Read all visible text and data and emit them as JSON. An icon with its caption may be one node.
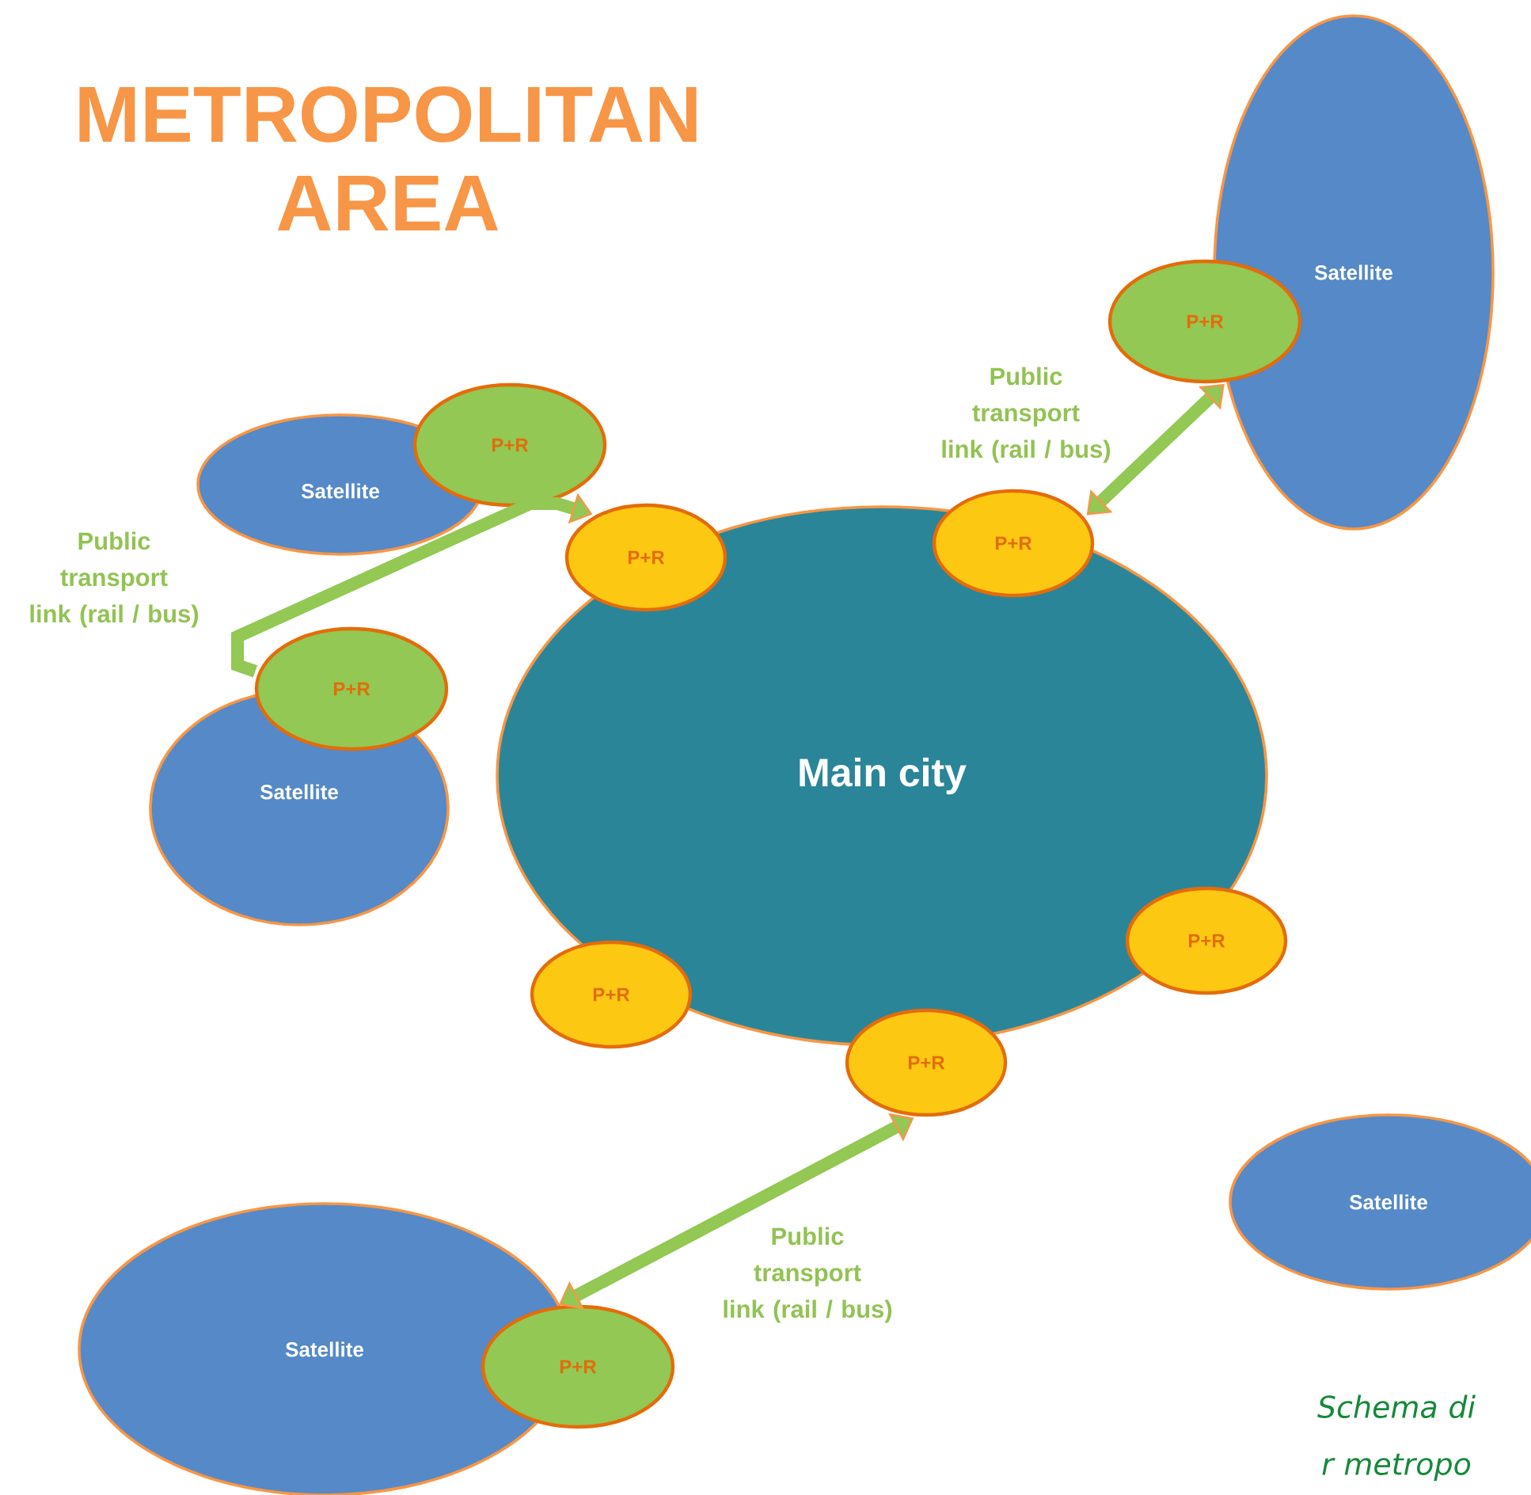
{
  "diagram": {
    "title": "METROPOLITAN AREA",
    "caption": "Schema di r metropo",
    "nodes": [
      {
        "text": [
          "Satellite"
        ]
      },
      {
        "text": [
          "P+R"
        ]
      },
      {
        "text": [
          "Satellite"
        ]
      },
      {
        "text": [
          "P+R"
        ]
      },
      {
        "text": [
          "P+R"
        ]
      },
      {
        "text": [
          "P+R"
        ]
      },
      {
        "text": [
          "Satellite"
        ]
      },
      {
        "text": [
          "P+R"
        ]
      },
      {
        "text": [
          "Main city"
        ]
      },
      {
        "text": [
          "P+R"
        ]
      },
      {
        "text": [
          "P+R"
        ]
      },
      {
        "text": [
          "P+R"
        ]
      },
      {
        "text": [
          "Satellite"
        ]
      },
      {
        "text": [
          "Satellite"
        ]
      },
      {
        "text": [
          "P+R"
        ]
      }
    ],
    "edges": [
      {
        "from": 7,
        "to": 4,
        "arrow": "to",
        "label": "Public transport link (rail / bus)"
      },
      {
        "from": 5,
        "to": 1,
        "arrow": "both",
        "label": "Public transport link (rail / bus)"
      },
      {
        "from": 14,
        "to": 11,
        "arrow": "both",
        "label": "Public transport link (rail / bus)"
      }
    ]
  }
}
